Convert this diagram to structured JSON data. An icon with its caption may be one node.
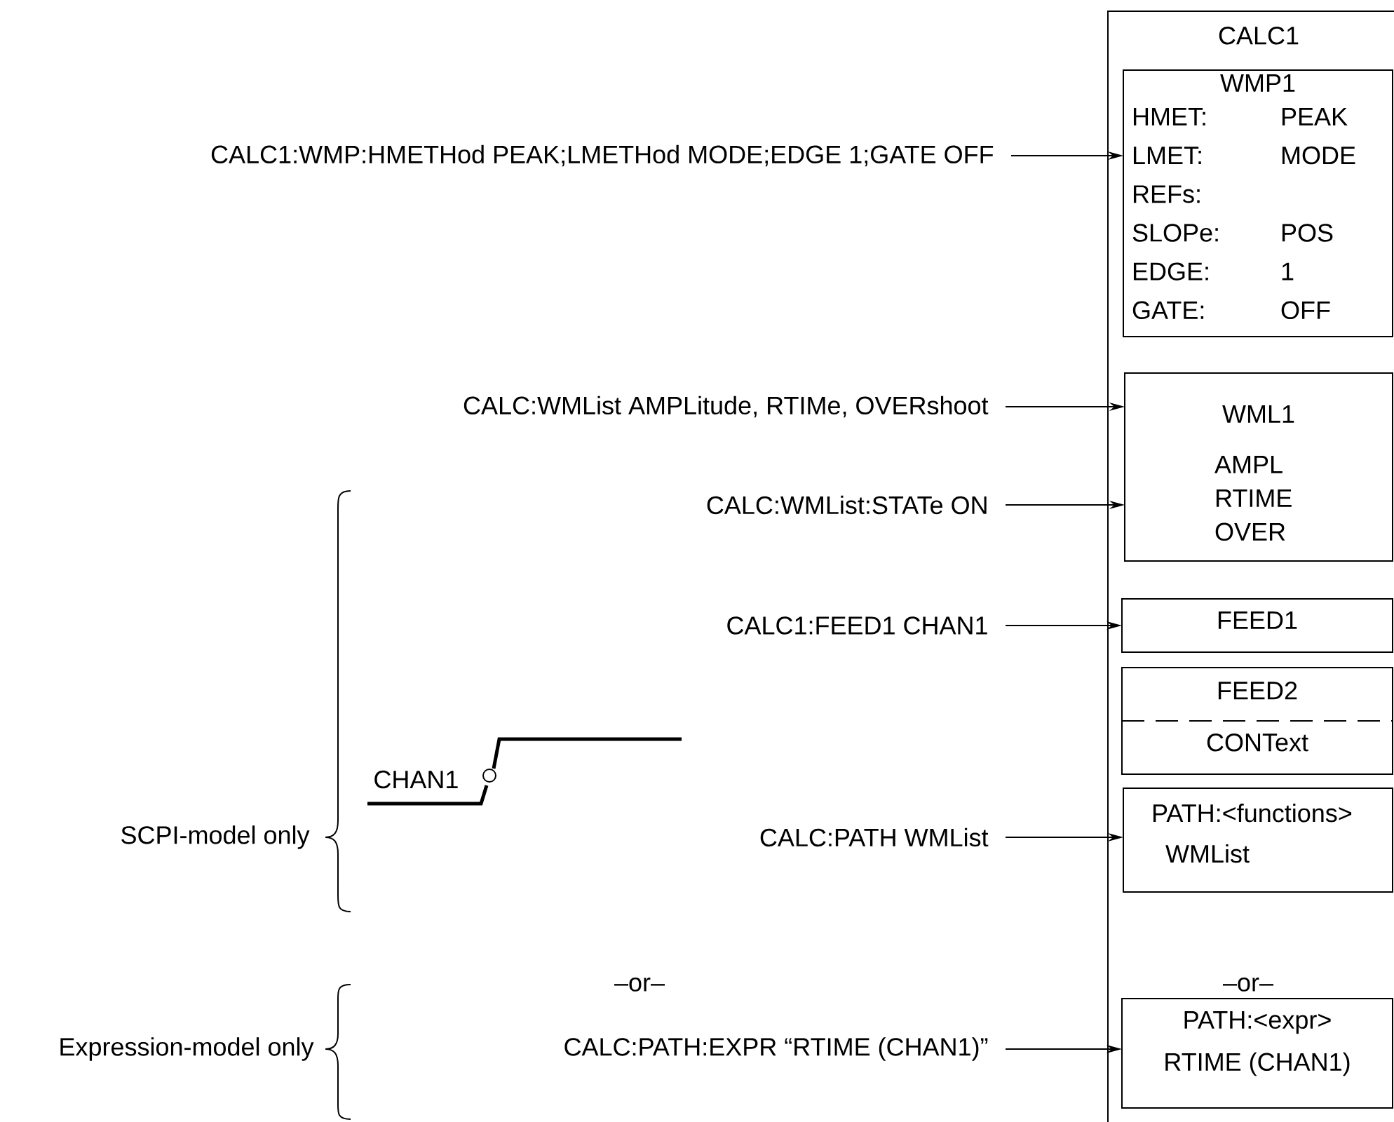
{
  "diagram": {
    "nodes": [
      {
        "text": [
          "CALC1"
        ]
      },
      {
        "text": [
          "WMP1",
          "HMET:",
          "PEAK",
          "LMET:",
          "MODE",
          "REFs:",
          "SLOPe:",
          "POS",
          "EDGE:",
          "1",
          "GATE:",
          "OFF"
        ],
        "in": 0
      },
      {
        "text": [
          "WML1",
          "AMPL",
          "RTIME",
          "OVER"
        ],
        "in": 0
      },
      {
        "text": [
          "FEED1"
        ],
        "in": 0
      },
      {
        "text": [
          "FEED2",
          "CONText"
        ],
        "in": 0
      },
      {
        "text": [
          "PATH:<functions>",
          "WMList"
        ],
        "in": 0
      },
      {
        "text": [
          "PATH:<expr>",
          "RTIME (CHAN1)"
        ],
        "in": 0
      },
      {
        "text": [
          "CALC1:WMP:HMETHod PEAK;LMETHod MODE;EDGE 1;GATE OFF"
        ]
      },
      {
        "text": [
          "CALC:WMList AMPLitude, RTIMe, OVERshoot"
        ]
      },
      {
        "text": [
          "CALC:WMList:STATe ON"
        ]
      },
      {
        "text": [
          "CALC1:FEED1 CHAN1"
        ]
      },
      {
        "text": [
          "CALC:PATH WMList"
        ]
      },
      {
        "text": [
          "CALC:PATH:EXPR “RTIME (CHAN1)”"
        ]
      }
    ],
    "edges": [
      {
        "from": 7,
        "to": 1,
        "arrow": "to"
      },
      {
        "from": 8,
        "to": 2,
        "arrow": "to"
      },
      {
        "from": 9,
        "to": 2,
        "arrow": "to"
      },
      {
        "from": 10,
        "to": 3,
        "arrow": "to"
      },
      {
        "from": 11,
        "to": 5,
        "arrow": "to"
      },
      {
        "from": 12,
        "to": 6,
        "arrow": "to"
      }
    ],
    "labels": [
      "CHAN1",
      "SCPI-model only",
      "–or–",
      "–or–",
      "Expression-model only"
    ]
  }
}
